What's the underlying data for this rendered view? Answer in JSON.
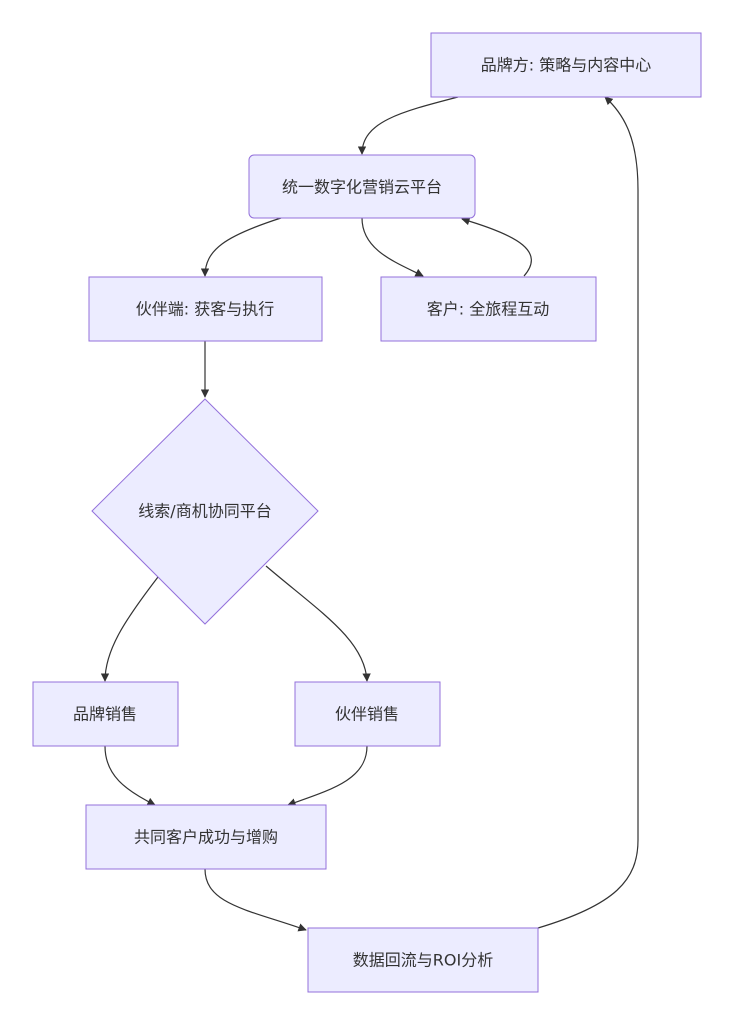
{
  "nodes": {
    "brand": {
      "label": "品牌方: 策略与内容中心"
    },
    "platform": {
      "label": "统一数字化营销云平台"
    },
    "partner": {
      "label": "伙伴端: 获客与执行"
    },
    "customer": {
      "label": "客户: 全旅程互动"
    },
    "collab": {
      "label": "线索/商机协同平台"
    },
    "brand_sales": {
      "label": "品牌销售"
    },
    "partner_sales": {
      "label": "伙伴销售"
    },
    "success": {
      "label": "共同客户成功与增购"
    },
    "analytics": {
      "label": "数据回流与ROI分析"
    }
  },
  "edges": [
    {
      "from": "brand",
      "to": "platform"
    },
    {
      "from": "platform",
      "to": "partner"
    },
    {
      "from": "platform",
      "to": "customer"
    },
    {
      "from": "customer",
      "to": "platform"
    },
    {
      "from": "partner",
      "to": "collab"
    },
    {
      "from": "collab",
      "to": "brand_sales"
    },
    {
      "from": "collab",
      "to": "partner_sales"
    },
    {
      "from": "brand_sales",
      "to": "success"
    },
    {
      "from": "partner_sales",
      "to": "success"
    },
    {
      "from": "success",
      "to": "analytics"
    },
    {
      "from": "analytics",
      "to": "brand"
    }
  ],
  "colors": {
    "node_fill": "#ECECFF",
    "node_stroke": "#9370DB",
    "edge": "#333333",
    "text": "#333333"
  }
}
